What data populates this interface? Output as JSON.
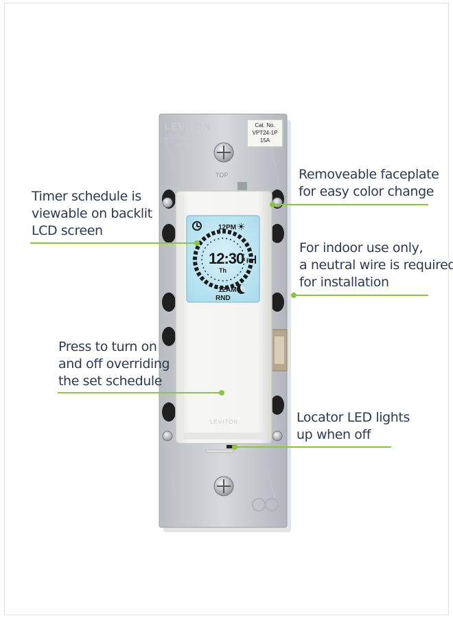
{
  "product": {
    "plate_brand": "LEVITON",
    "plate_rating_1": "120VAC",
    "plate_rating_2": "60Hz",
    "top_marking": "TOP",
    "paddle_brand": "LEVITON",
    "label": {
      "line1": "Cat. No.",
      "line2": "VPT24-1P",
      "line3": "15A"
    }
  },
  "lcd": {
    "top_time": "12PM",
    "bottom_time": "12AM",
    "clock_display": "12:30",
    "ampm": "P",
    "day": "Th",
    "mode": "RND",
    "icons": [
      "clock-icon",
      "sun-icon",
      "moon-icon"
    ]
  },
  "callouts": {
    "lcd": [
      "Timer schedule is",
      "viewable on backlit",
      "LCD screen"
    ],
    "faceplate": [
      "Removeable faceplate",
      "for easy color change"
    ],
    "neutral": [
      "For indoor use only,",
      "a neutral wire is required",
      "for installation"
    ],
    "press": [
      "Press to turn on",
      "and off overriding",
      "the set schedule"
    ],
    "locator": [
      "Locator LED lights",
      "up when off"
    ]
  },
  "colors": {
    "accent": "#8cc63f",
    "callout_text": "#2b3a52",
    "lcd_backlight": "#bfe6f2",
    "paddle": "#f4f4f2",
    "wall_plate": "#c9ccd0"
  }
}
